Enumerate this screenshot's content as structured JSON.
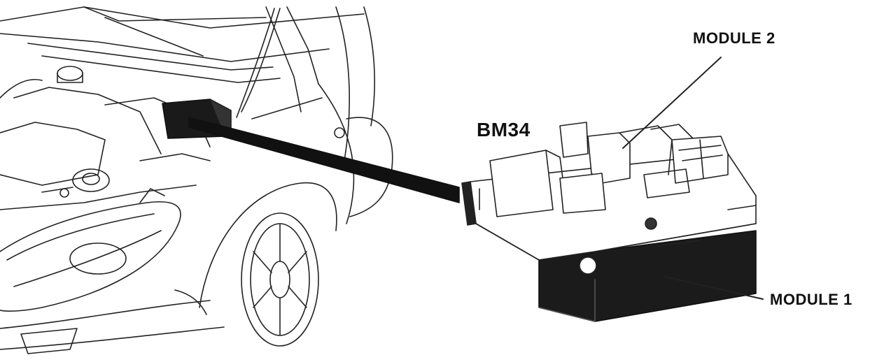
{
  "labels": {
    "module2": "MODULE 2",
    "bm34": "BM34",
    "module1": "MODULE 1"
  }
}
